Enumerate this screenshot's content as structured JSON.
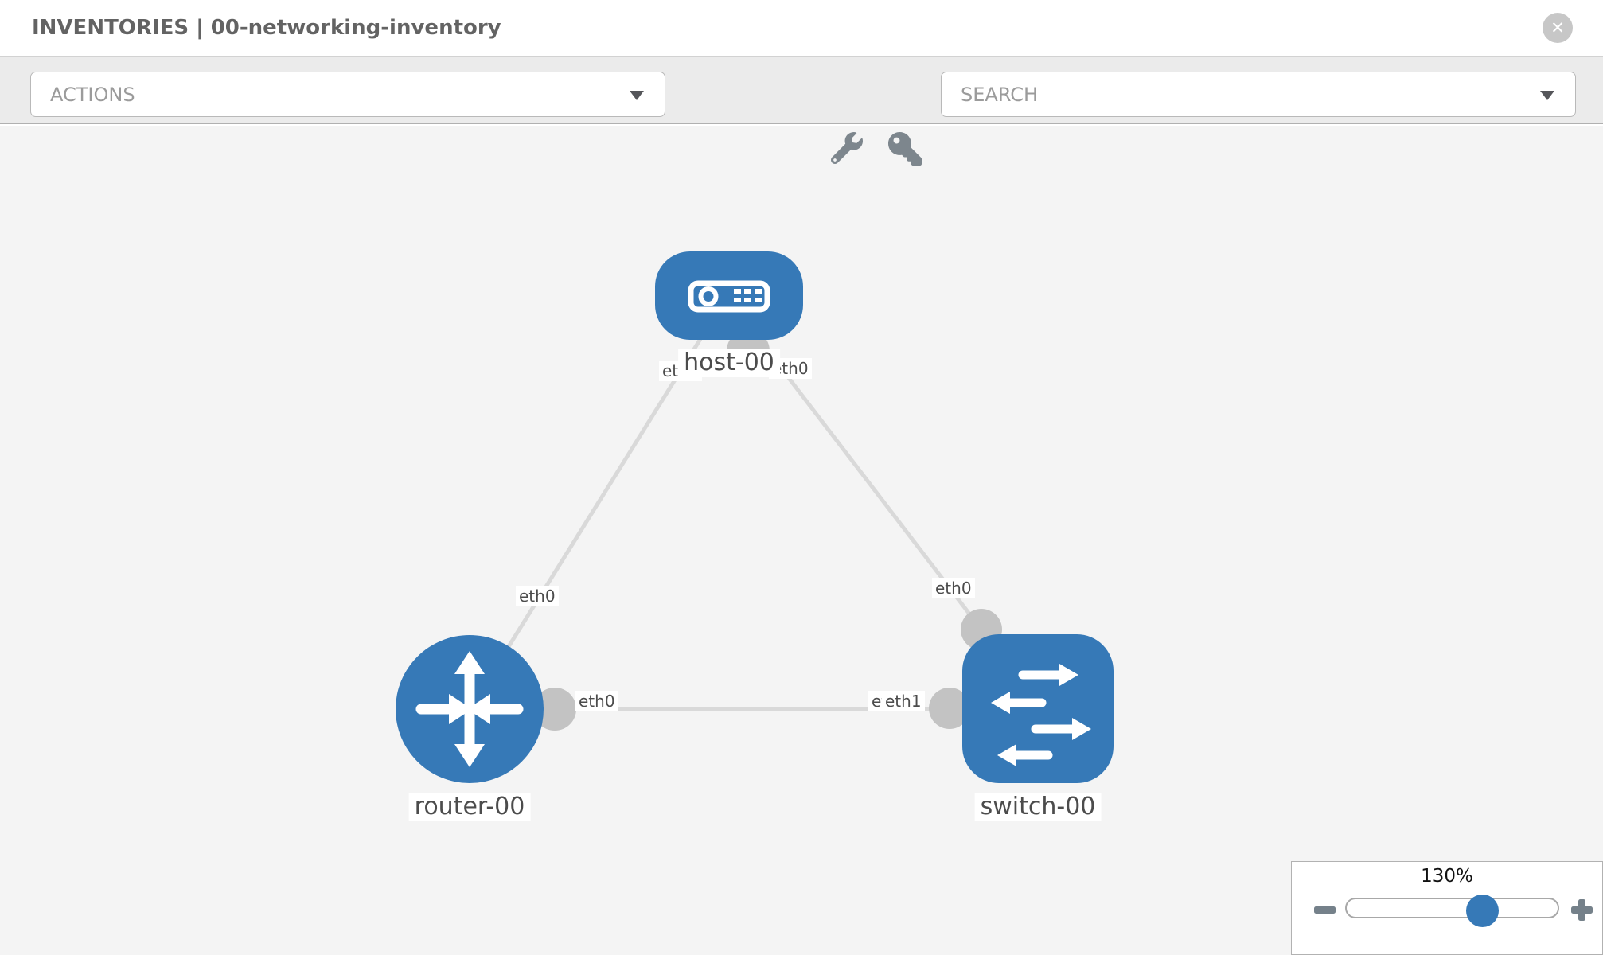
{
  "header": {
    "title": "INVENTORIES | 00-networking-inventory",
    "close_glyph": "✕"
  },
  "toolbar": {
    "actions_label": "ACTIONS",
    "search_label": "SEARCH",
    "icons": [
      "wrench-icon",
      "key-icon"
    ]
  },
  "topology": {
    "nodes": [
      {
        "id": "host-00",
        "label": "host-00",
        "type": "host",
        "icon": "host-icon"
      },
      {
        "id": "router-00",
        "label": "router-00",
        "type": "router",
        "icon": "router-icon"
      },
      {
        "id": "switch-00",
        "label": "switch-00",
        "type": "switch",
        "icon": "switch-icon"
      }
    ],
    "links": [
      {
        "from": "host-00",
        "to": "router-00",
        "from_interface": "eth0",
        "to_interface": "eth0"
      },
      {
        "from": "host-00",
        "to": "switch-00",
        "from_interface": "eth0",
        "to_interface": "eth0"
      },
      {
        "from": "router-00",
        "to": "switch-00",
        "from_interface": "eth0",
        "to_interface": "eth1",
        "to_interface_overlap": "eth0"
      }
    ]
  },
  "zoom_control": {
    "level": "130%"
  },
  "colors": {
    "node_blue": "#3679b7",
    "link_gray": "#d9d9d9",
    "connector_gray": "#c3c3c3",
    "canvas_bg": "#f4f4f4",
    "toolbar_bg": "#ebebeb"
  }
}
